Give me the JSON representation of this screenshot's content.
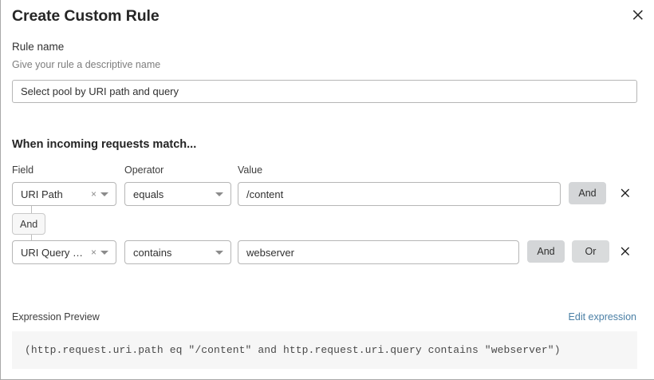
{
  "dialog": {
    "title": "Create Custom Rule",
    "close_icon": "close-icon"
  },
  "rule_name": {
    "label": "Rule name",
    "hint": "Give your rule a descriptive name",
    "value": "Select pool by URI path and query",
    "placeholder": "Rule name"
  },
  "match_section": {
    "heading": "When incoming requests match...",
    "columns": {
      "field": "Field",
      "operator": "Operator",
      "value": "Value"
    },
    "connector": {
      "label": "And"
    },
    "rows": [
      {
        "field": "URI Path",
        "field_clear_icon": "clear-icon",
        "field_caret_icon": "chevron-down-icon",
        "operator": "equals",
        "operator_caret_icon": "chevron-down-icon",
        "value": "/content",
        "and_label": "And",
        "delete_icon": "close-icon"
      },
      {
        "field": "URI Query St...",
        "field_clear_icon": "clear-icon",
        "field_caret_icon": "chevron-down-icon",
        "operator": "contains",
        "operator_caret_icon": "chevron-down-icon",
        "value": "webserver",
        "and_label": "And",
        "or_label": "Or",
        "delete_icon": "close-icon"
      }
    ]
  },
  "expression": {
    "label": "Expression Preview",
    "edit_link": "Edit expression",
    "text": "(http.request.uri.path eq \"/content\" and http.request.uri.query contains \"webserver\")"
  },
  "colors": {
    "link": "#4a7fa5",
    "button_gray": "#d4d6d8",
    "code_bg": "#f6f6f6",
    "border": "#b6b6b6"
  }
}
